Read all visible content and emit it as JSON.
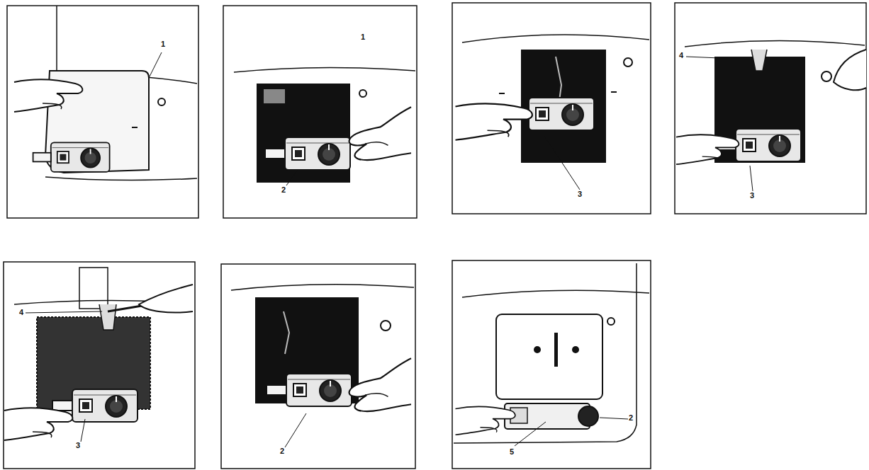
{
  "diagram": {
    "labels": [
      "1",
      "1",
      "2",
      "3",
      "4",
      "3",
      "4",
      "3",
      "2",
      "5",
      "2"
    ]
  }
}
